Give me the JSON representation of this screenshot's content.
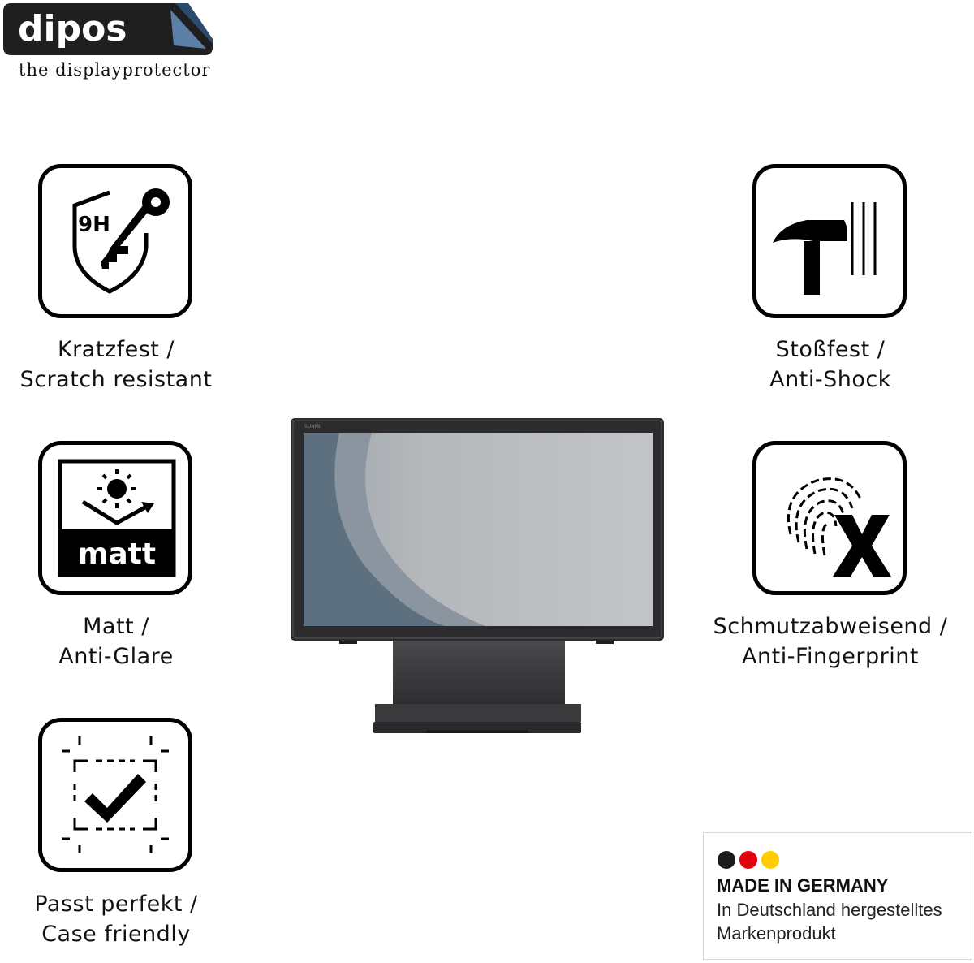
{
  "brand": {
    "name": "dipos",
    "tagline": "the displayprotector"
  },
  "features": {
    "scratch": {
      "icon": "shield-key-9h-icon",
      "badge": "9H",
      "line1": "Kratzfest /",
      "line2": "Scratch resistant"
    },
    "shock": {
      "icon": "hammer-icon",
      "line1": "Stoßfest /",
      "line2": "Anti-Shock"
    },
    "matt": {
      "icon": "sun-reflection-matt-icon",
      "badge": "matt",
      "line1": "Matt /",
      "line2": "Anti-Glare"
    },
    "fingerprint": {
      "icon": "fingerprint-cross-icon",
      "line1": "Schmutzabweisend /",
      "line2": "Anti-Fingerprint"
    },
    "fit": {
      "icon": "checkmark-frame-icon",
      "line1": "Passt perfekt /",
      "line2": "Case friendly"
    }
  },
  "product": {
    "image": "pos-monitor-image",
    "bezel_brand": "SUNMI"
  },
  "made_in": {
    "title": "MADE IN GERMANY",
    "line1": "In Deutschland hergestelltes",
    "line2": "Markenprodukt",
    "colors": [
      "#1a1a1a",
      "#e3000f",
      "#ffcc00"
    ]
  },
  "colors": {
    "text": "#111111",
    "logo_bg": "#1f1f1f"
  }
}
